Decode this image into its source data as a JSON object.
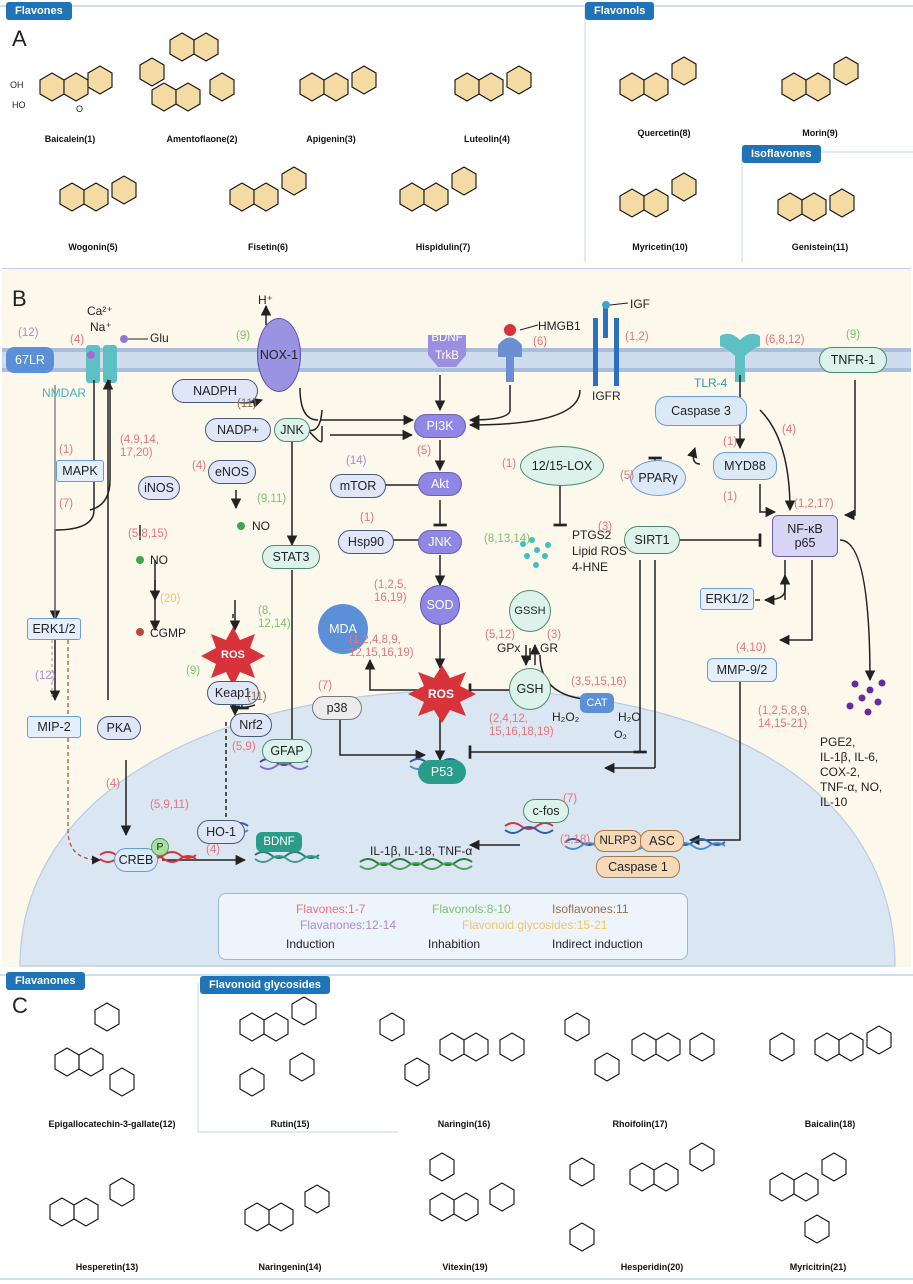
{
  "panels": {
    "a": "A",
    "b": "B",
    "c": "C"
  },
  "tags": {
    "flavones": "Flavones",
    "flavonols": "Flavonols",
    "isoflavones": "Isoflavones",
    "flavanones": "Flavanones",
    "glycosides": "Flavonoid glycosides"
  },
  "compounds_a": [
    "Baicalein(1)",
    "Amentoflaone(2)",
    "Apigenin(3)",
    "Luteolin(4)",
    "Wogonin(5)",
    "Fisetin(6)",
    "Hispidulin(7)",
    "Quercetin(8)",
    "Morin(9)",
    "Myricetin(10)",
    "Genistein(11)"
  ],
  "compounds_c": [
    "Epigallocatechin-3-gallate(12)",
    "Rutin(15)",
    "Naringin(16)",
    "Rhoifolin(17)",
    "Baicalin(18)",
    "Hesperetin(13)",
    "Naringenin(14)",
    "Vitexin(19)",
    "Hesperidin(20)",
    "Myricitrin(21)"
  ],
  "atoms": {
    "oh": "OH",
    "o": "O",
    "ho": "HO"
  },
  "nodes": {
    "lr67": "67LR",
    "nmdar": "NMDAR",
    "ca": "Ca²⁺",
    "na": "Na⁺",
    "glu": "Glu",
    "hplus": "H⁺",
    "nox1": "NOX-1",
    "bdnf_r": "BDNF",
    "trkb": "TrkB",
    "hmgb1": "HMGB1",
    "igf": "IGF",
    "igfr": "IGFR",
    "tlr4": "TLR-4",
    "tnfr1": "TNFR-1",
    "nadph": "NADPH",
    "nadp": "NADP+",
    "jnk1": "JNK",
    "pi3k": "PI3K",
    "mapk": "MAPK",
    "inos": "iNOS",
    "enos": "eNOS",
    "mtor": "mTOR",
    "akt": "Akt",
    "lox": "12/15-LOX",
    "casp3": "Caspase 3",
    "myd88": "MYD88",
    "ppar": "PPARγ",
    "nfkb1": "NF-κB",
    "nfkb2": "p65",
    "hsp90": "Hsp90",
    "jnk2": "JNK",
    "no1": "NO",
    "no2": "NO",
    "cgmp": "CGMP",
    "ros1": "ROS",
    "keap1": "Keap1",
    "nrf2": "Nrf2",
    "ho1": "HO-1",
    "stat3": "STAT3",
    "gfap": "GFAP",
    "ptgs2": "PTGS2",
    "lipidros": "Lipid ROS",
    "hne": "4-HNE",
    "sirt1": "SIRT1",
    "erk_r": "ERK1/2",
    "erk_l": "ERK1/2",
    "mip2": "MIP-2",
    "pka": "PKA",
    "sod": "SOD",
    "mda": "MDA",
    "gssh": "GSSH",
    "gsh": "GSH",
    "gpx": "GPx",
    "gr": "GR",
    "ros2": "ROS",
    "p38": "p38",
    "p53": "P53",
    "cat": "CAT",
    "h2o2": "H₂O₂",
    "h2o": "H₂O",
    "o2": "O₂",
    "mmp": "MMP-9/2",
    "cytokines": "PGE2,\nIL-1β, IL-6,\nCOX-2,\nTNF-α, NO,\nIL-10",
    "cfos": "c-fos",
    "nlrp3": "NLRP3",
    "asc": "ASC",
    "casp1": "Caspase 1",
    "il": "IL-1β, IL-18, TNF-α",
    "creb": "CREB",
    "p": "P",
    "bdnf_n": "BDNF"
  },
  "numbers": [
    {
      "id": "n_12_67lr",
      "text": "(12)",
      "color": "#a98bd6"
    },
    {
      "id": "n_4_nmdar",
      "text": "(4)",
      "color": "#e8737b"
    },
    {
      "id": "n_9_nox",
      "text": "(9)",
      "color": "#7cc36b"
    },
    {
      "id": "n_6_hmgb",
      "text": "(6)",
      "color": "#e8737b"
    },
    {
      "id": "n_12_igf",
      "text": "(1,2)",
      "color": "#e8737b"
    },
    {
      "id": "n_tlr",
      "text": "(6,8,12)",
      "color": "#e8737b"
    },
    {
      "id": "n_9_tnfr",
      "text": "(9)",
      "color": "#7cc36b"
    },
    {
      "id": "n_11_nadp",
      "text": "(11)",
      "color": "#9a6a4a"
    },
    {
      "id": "n_1_mapk",
      "text": "(1)",
      "color": "#e8737b"
    },
    {
      "id": "n_inos",
      "text": "(4,9,14,\n17,20)",
      "color": "#e8737b"
    },
    {
      "id": "n_4_enos",
      "text": "(4)",
      "color": "#e8737b"
    },
    {
      "id": "n_14_mtor",
      "text": "(14)",
      "color": "#a98bd6"
    },
    {
      "id": "n_5_akt",
      "text": "(5)",
      "color": "#e8737b"
    },
    {
      "id": "n_1_lox",
      "text": "(1)",
      "color": "#e8737b"
    },
    {
      "id": "n_1_myd",
      "text": "(1)",
      "color": "#e8737b"
    },
    {
      "id": "n_4_nfkb",
      "text": "(4)",
      "color": "#e8737b"
    },
    {
      "id": "n_5_ppar",
      "text": "(5)",
      "color": "#e8737b"
    },
    {
      "id": "n_1_myd2",
      "text": "(1)",
      "color": "#e8737b"
    },
    {
      "id": "n_7_erk",
      "text": "(7)",
      "color": "#e8737b"
    },
    {
      "id": "n_5815",
      "text": "(5,8,15)",
      "color": "#e8737b"
    },
    {
      "id": "n_911",
      "text": "(9,11)",
      "color": "#7cc36b"
    },
    {
      "id": "n_1_hsp",
      "text": "(1)",
      "color": "#e8737b"
    },
    {
      "id": "n_81314",
      "text": "(8,13,14)",
      "color": "#7cc36b"
    },
    {
      "id": "n_3_sirt",
      "text": "(3)",
      "color": "#e8737b"
    },
    {
      "id": "n_1217",
      "text": "(1,2,17)",
      "color": "#e8737b"
    },
    {
      "id": "n_20",
      "text": "(20)",
      "color": "#f2c46d"
    },
    {
      "id": "n_sod",
      "text": "(1,2,5,\n16,19)",
      "color": "#e8737b"
    },
    {
      "id": "n_81214",
      "text": "(8,\n12,14)",
      "color": "#7cc36b"
    },
    {
      "id": "n_512",
      "text": "(5,12)",
      "color": "#e8737b"
    },
    {
      "id": "n_3_gr",
      "text": "(3)",
      "color": "#e8737b"
    },
    {
      "id": "n_9_keap",
      "text": "(9)",
      "color": "#7cc36b"
    },
    {
      "id": "n_11_nrf",
      "text": "(11)",
      "color": "#9a6a4a"
    },
    {
      "id": "n_mda",
      "text": "(1,2,4,8,9,\n12,15,16,19)",
      "color": "#e8737b"
    },
    {
      "id": "n_cat",
      "text": "(3,5,15,16)",
      "color": "#e8737b"
    },
    {
      "id": "n_12_mip",
      "text": "(12)",
      "color": "#a98bd6"
    },
    {
      "id": "n_59_nrf",
      "text": "(5,9)",
      "color": "#e8737b"
    },
    {
      "id": "n_7_p38",
      "text": "(7)",
      "color": "#e8737b"
    },
    {
      "id": "n_gsh",
      "text": "(2,4,12,\n15,16,18,19)",
      "color": "#e8737b"
    },
    {
      "id": "n_410",
      "text": "(4,10)",
      "color": "#e8737b"
    },
    {
      "id": "n_cyto",
      "text": "(1,2,5,8,9,\n14,15-21)",
      "color": "#e8737b"
    },
    {
      "id": "n_4_pka",
      "text": "(4)",
      "color": "#e8737b"
    },
    {
      "id": "n_5911",
      "text": "(5,9,11)",
      "color": "#e8737b"
    },
    {
      "id": "n_7_cfos",
      "text": "(7)",
      "color": "#e8737b"
    },
    {
      "id": "n_218",
      "text": "(2,18)",
      "color": "#e8737b"
    },
    {
      "id": "n_4_creb",
      "text": "(4)",
      "color": "#e8737b"
    }
  ],
  "legend": {
    "flavones": "Flavones:1-7",
    "flavonols": "Flavonols:8-10",
    "isoflavones": "Isoflavones:11",
    "flavanones": "Flavanones:12-14",
    "glycosides": "Flavonoid glycosides:15-21",
    "induction": "Induction",
    "inhibition": "Inhabition",
    "indirect": "Indirect induction"
  },
  "colors": {
    "flavones": "#e8737b",
    "flavonols": "#7cc36b",
    "isoflavones": "#9a6a4a",
    "flavanones": "#a98bd6",
    "glycosides": "#f2c46d",
    "accent": "#1f74b8",
    "ros": "#d8323a",
    "membrane": "#b9cbe4",
    "cell_bg": "#fdf8ec",
    "nucleus": "#dbe6f3",
    "ring_fill": "#f3dba3"
  }
}
